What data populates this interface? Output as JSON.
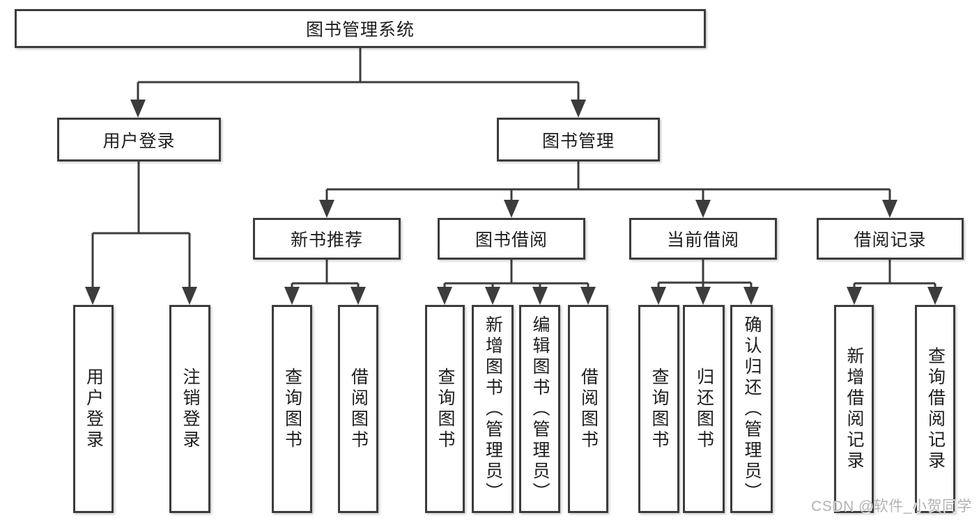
{
  "page": {
    "watermark": "CSDN @软件_小贺同学"
  },
  "tree": {
    "root": {
      "label": "图书管理系统"
    },
    "level2": [
      {
        "label": "用户登录",
        "children": [
          {
            "label": "用户登录"
          },
          {
            "label": "注销登录"
          }
        ]
      },
      {
        "label": "图书管理",
        "children": [
          {
            "label": "新书推荐",
            "children": [
              {
                "label": "查询图书"
              },
              {
                "label": "借阅图书"
              }
            ]
          },
          {
            "label": "图书借阅",
            "children": [
              {
                "label": "查询图书"
              },
              {
                "label": "新增图书（管理员）"
              },
              {
                "label": "编辑图书（管理员）"
              },
              {
                "label": "借阅图书"
              }
            ]
          },
          {
            "label": "当前借阅",
            "children": [
              {
                "label": "查询图书"
              },
              {
                "label": "归还图书"
              },
              {
                "label": "确认归还（管理员）"
              }
            ]
          },
          {
            "label": "借阅记录",
            "children": [
              {
                "label": "新增借阅记录"
              },
              {
                "label": "查询借阅记录"
              }
            ]
          }
        ]
      }
    ]
  }
}
